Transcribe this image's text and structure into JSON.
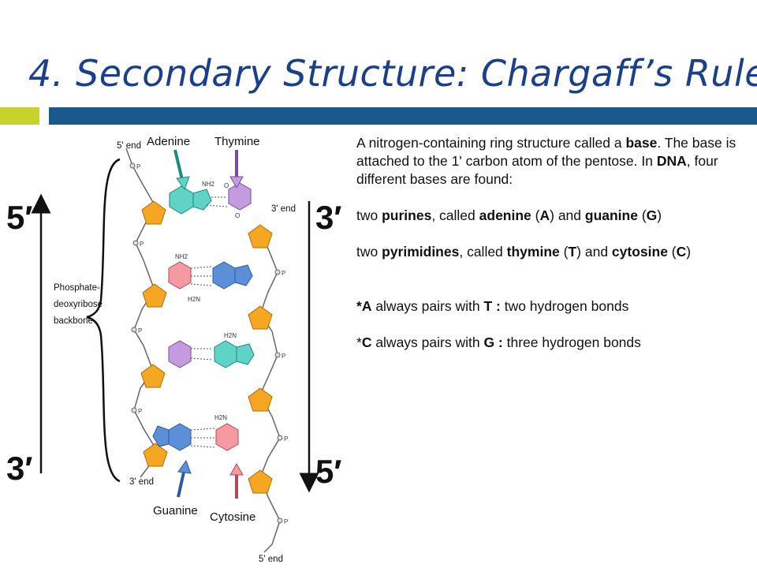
{
  "slide": {
    "title": "4. Secondary Structure: Chargaff’s Rule",
    "accent_color": "#c7d32a",
    "bar_color": "#1a5a8a"
  },
  "diagram": {
    "labels": {
      "five_prime_end_top": "5' end",
      "adenine": "Adenine",
      "thymine": "Thymine",
      "three_prime_end_right": "3' end",
      "backbone_line1": "Phosphate-",
      "backbone_line2": "deoxyribose",
      "backbone_line3": "backbone",
      "three_prime_end_bottom": "3' end",
      "guanine": "Guanine",
      "cytosine": "Cytosine",
      "five_prime_end_bottom": "5' end",
      "left_top": "5′",
      "left_bottom": "3′",
      "right_top": "3′",
      "right_bottom": "5′",
      "nh2": "NH2",
      "o": "O",
      "p": "P",
      "h2n": "H2N"
    },
    "colors": {
      "adenine": "#5fd3c6",
      "thymine": "#c59be0",
      "guanine": "#5b8fd8",
      "cytosine": "#f59aa2",
      "sugar": "#f5a623",
      "backbone": "#666666"
    }
  },
  "text": {
    "p1_a": "A nitrogen-containing  ring structure called a ",
    "p1_base": "base",
    "p1_b": ". The base is attached to the 1' carbon atom of the pentose. In ",
    "p1_dna": "DNA",
    "p1_c": ", four different bases are found:",
    "p2_a": "two ",
    "p2_purines": "purines",
    "p2_b": ", called ",
    "p2_adenine": "adenine",
    "p2_c": " (",
    "p2_A": "A",
    "p2_d": ") and ",
    "p2_guanine": "guanine",
    "p2_e": " (",
    "p2_G": "G",
    "p2_f": ")",
    "p3_a": "two ",
    "p3_pyrimidines": "pyrimidines",
    "p3_b": ", called ",
    "p3_thymine": "thymine",
    "p3_c": " (",
    "p3_T": "T",
    "p3_d": ") and ",
    "p3_cytosine": "cytosine",
    "p3_e": " (",
    "p3_C": "C",
    "p3_f": ")",
    "r1_star": "*",
    "r1_A": "A",
    "r1_mid": " always pairs with ",
    "r1_T": "T :",
    "r1_end": " two hydrogen bonds",
    "r2_star": "*",
    "r2_C": "C",
    "r2_mid": " always pairs with ",
    "r2_G": "G :",
    "r2_end": " three hydrogen bonds"
  }
}
